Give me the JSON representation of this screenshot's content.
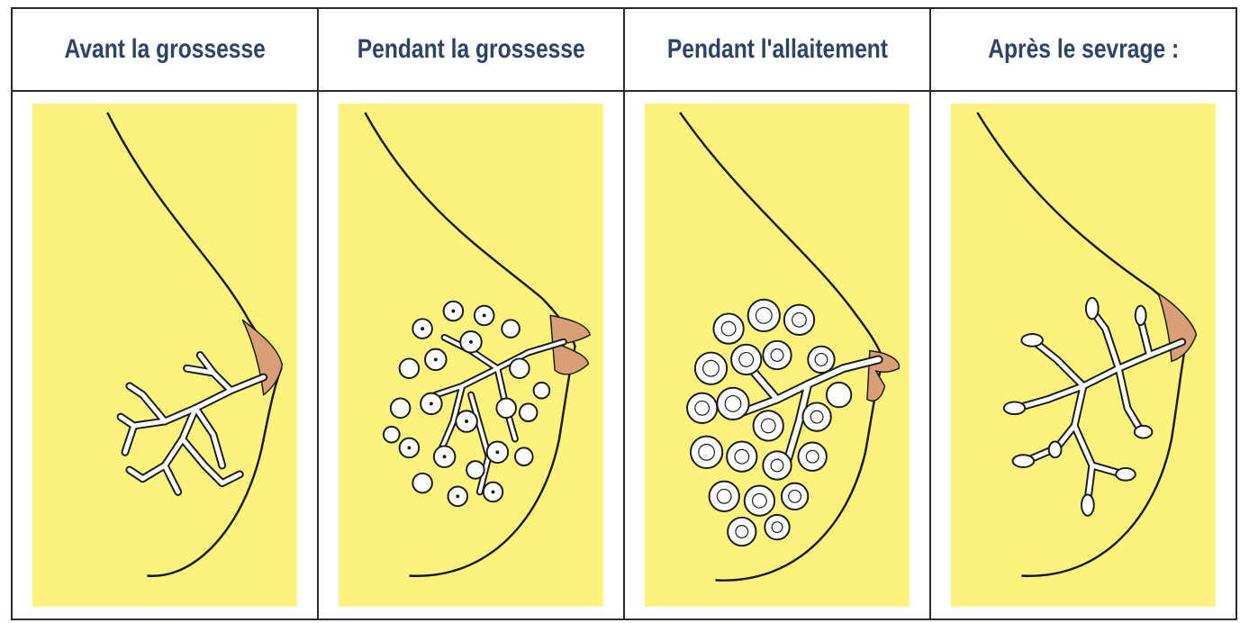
{
  "columns": [
    {
      "title": "Avant la grossesse",
      "stage": "before-pregnancy"
    },
    {
      "title": "Pendant la grossesse",
      "stage": "during-pregnancy"
    },
    {
      "title": "Pendant l'allaitement",
      "stage": "breastfeeding"
    },
    {
      "title": "Après le sevrage :",
      "stage": "after-weaning"
    }
  ],
  "colors": {
    "panel_fill": "#fcf37e",
    "outline": "#1a1a1a",
    "nipple": "#d9a078",
    "title_text": "#2e4466",
    "border": "#2b2b2b"
  }
}
